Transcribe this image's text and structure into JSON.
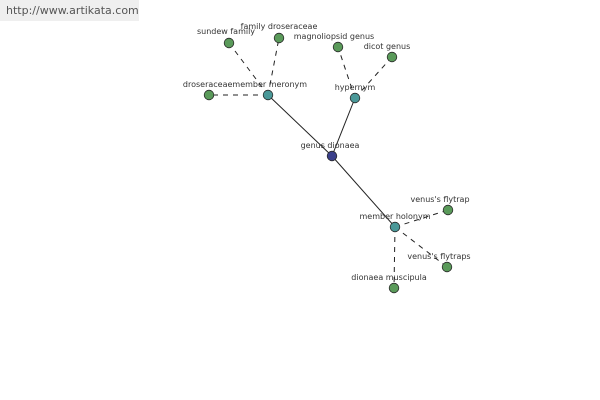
{
  "watermark": "http://www.artikata.com",
  "colors": {
    "leaf": "#5a9a5a",
    "relation": "#4a9898",
    "center": "#3a3f8a",
    "edge": "#222222"
  },
  "graph": {
    "center": {
      "id": "genus",
      "label": "genus dionaea"
    },
    "relations": [
      {
        "id": "meronym",
        "label": "droseraceaemember meronym"
      },
      {
        "id": "hypernym",
        "label": "hypernym"
      },
      {
        "id": "holonym",
        "label": "member holonym"
      }
    ],
    "leaves": [
      {
        "id": "sundew",
        "label": "sundew family",
        "parent": "meronym"
      },
      {
        "id": "famdros",
        "label": "family droseraceae",
        "parent": "meronym"
      },
      {
        "id": "droseraceae",
        "label": "",
        "parent": "meronym"
      },
      {
        "id": "magnoliopsid",
        "label": "magnoliopsid genus",
        "parent": "hypernym"
      },
      {
        "id": "dicot",
        "label": "dicot genus",
        "parent": "hypernym"
      },
      {
        "id": "flytrap",
        "label": "venus's flytrap",
        "parent": "holonym"
      },
      {
        "id": "flytraps",
        "label": "venus's flytraps",
        "parent": "holonym"
      },
      {
        "id": "muscipula",
        "label": "dionaea muscipula",
        "parent": "holonym"
      }
    ]
  }
}
